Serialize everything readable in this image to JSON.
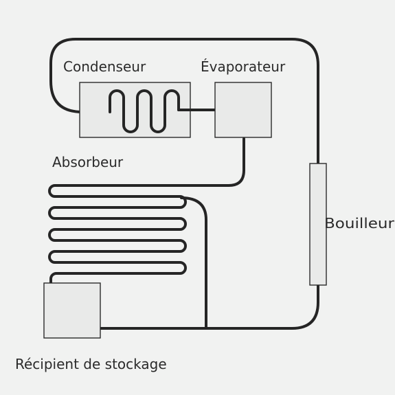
{
  "labels": {
    "condenser": "Condenseur",
    "evaporator": "Évaporateur",
    "absorber": "Absorbeur",
    "boiler": "Bouilleur",
    "storage": "Récipient de stockage"
  },
  "colors": {
    "background": "#f1f2f1",
    "line": "#252525",
    "box_fill": "#e9eae9"
  }
}
